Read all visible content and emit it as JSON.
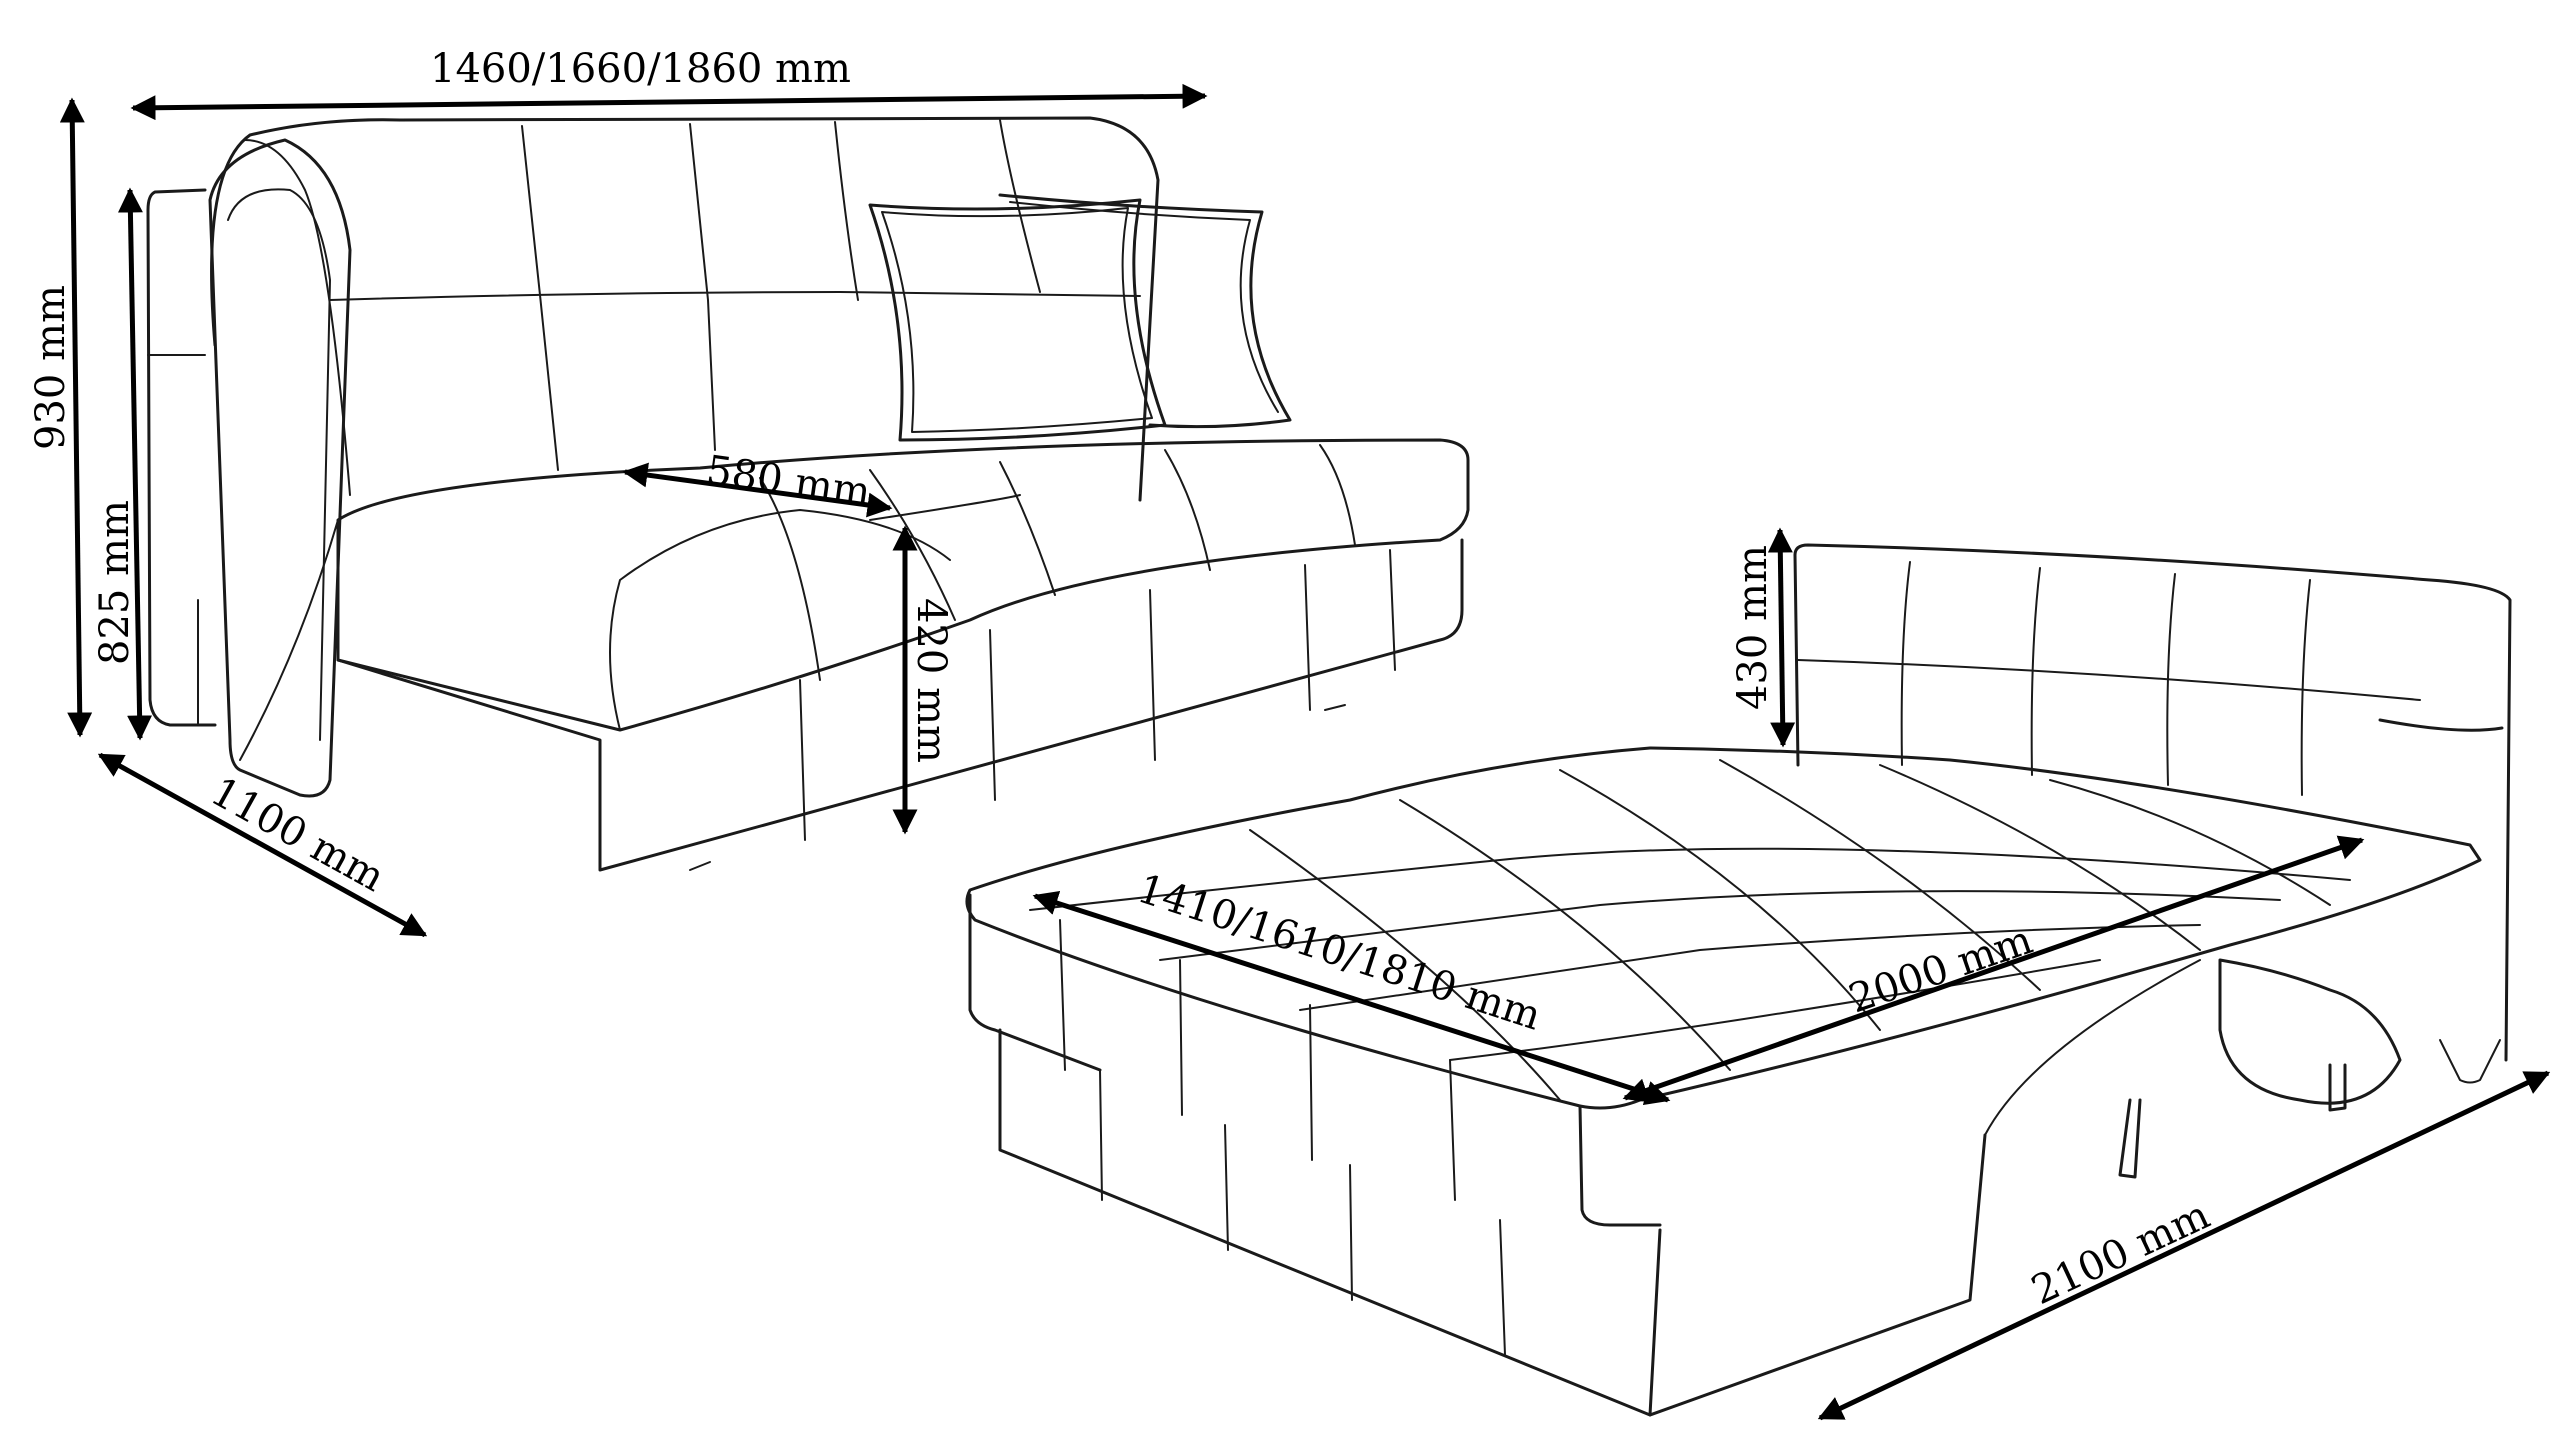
{
  "dimensions": {
    "sofa_width": "1460/1660/1860 mm",
    "sofa_height": "930 mm",
    "backrest_height": "825 mm",
    "seat_depth": "580 mm",
    "seat_height": "420 mm",
    "sofa_depth": "1100 mm",
    "bed_back_height": "430 mm",
    "bed_width": "1410/1610/1810 mm",
    "bed_length": "2000 mm",
    "bed_total_length": "2100 mm"
  }
}
